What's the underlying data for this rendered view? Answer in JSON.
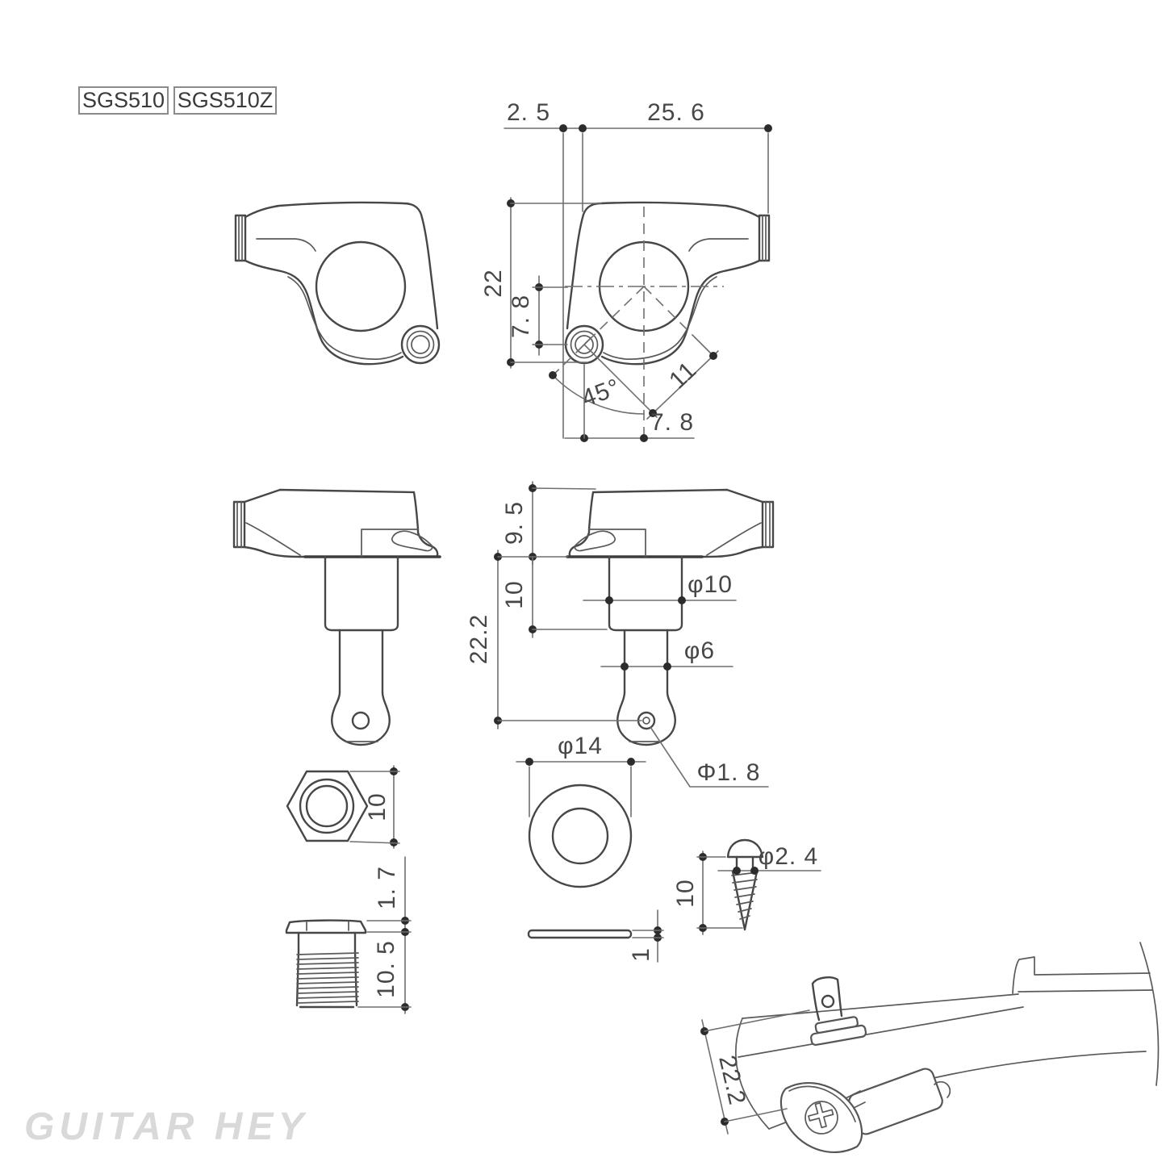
{
  "models": {
    "primary": "SGS510",
    "variant": "SGS510Z"
  },
  "watermark": "GUITAR HEY",
  "dims": {
    "side": {
      "offset": "2. 5",
      "width": "25. 6",
      "height": "22",
      "hole_v": "7. 8",
      "angle": "45°",
      "diag": "11",
      "hole_h": "7. 8"
    },
    "front": {
      "cap": "9. 5",
      "collar": "10",
      "overall": "22.2",
      "post_dia": "φ10",
      "shaft_dia": "φ6",
      "hole_dia": "Φ1. 8"
    },
    "nut": {
      "width": "10"
    },
    "bushing": {
      "flange": "1. 7",
      "thread": "10. 5"
    },
    "washer": {
      "dia": "φ14",
      "thickness": "1"
    },
    "screw": {
      "length": "10",
      "dia": "φ2. 4"
    },
    "installed": {
      "depth": "22.2"
    }
  }
}
